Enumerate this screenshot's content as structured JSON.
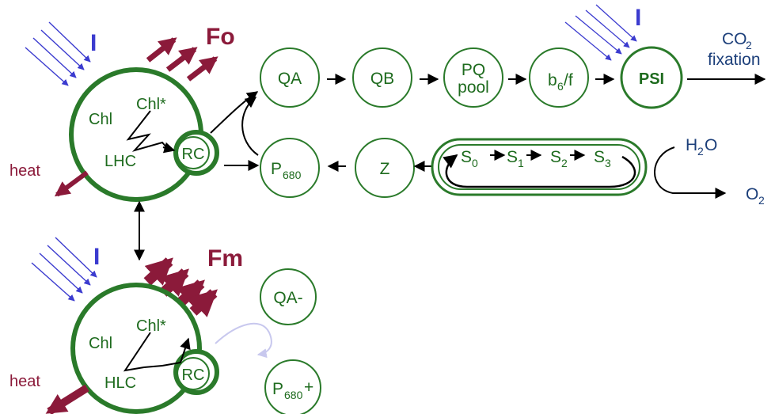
{
  "colors": {
    "green": "#2a7a2a",
    "text_green": "#1e6b1e",
    "maroon": "#8b1a3a",
    "light_blue": "#3b3bcf",
    "navy": "#1c3f7a",
    "faint": "#c8c8ee"
  },
  "top_antenna": {
    "light": "I",
    "fluor": "Fo",
    "heat": "heat",
    "chl": "Chl",
    "chl_star": "Chl*",
    "lhc": "LHC",
    "rc": "RC"
  },
  "bottom_antenna": {
    "light": "I",
    "fluor": "Fm",
    "heat": "heat",
    "chl": "Chl",
    "chl_star": "Chl*",
    "hlc": "HLC",
    "rc": "RC"
  },
  "chain": {
    "qa": "QA",
    "qb": "QB",
    "pq_line1": "PQ",
    "pq_line2": "pool",
    "b6f_main": "b",
    "b6f_sub": "6",
    "b6f_tail": "/f",
    "psi": "PSI",
    "psi_light": "I",
    "co2_main": "CO",
    "co2_sub": "2",
    "fixation": "fixation"
  },
  "donor": {
    "p680_main": "P",
    "p680_sub": "680",
    "z": "Z",
    "s0": "S",
    "s0_sub": "0",
    "s1": "S",
    "s1_sub": "1",
    "s2": "S",
    "s2_sub": "2",
    "s3": "S",
    "s3_sub": "3",
    "h2o_main": "H",
    "h2o_sub": "2",
    "h2o_tail": "O",
    "o2_main": "O",
    "o2_sub": "2"
  },
  "closed": {
    "qa_minus": "QA-",
    "p680p_main": "P",
    "p680p_sub": "680",
    "p680p_sup": "+"
  }
}
